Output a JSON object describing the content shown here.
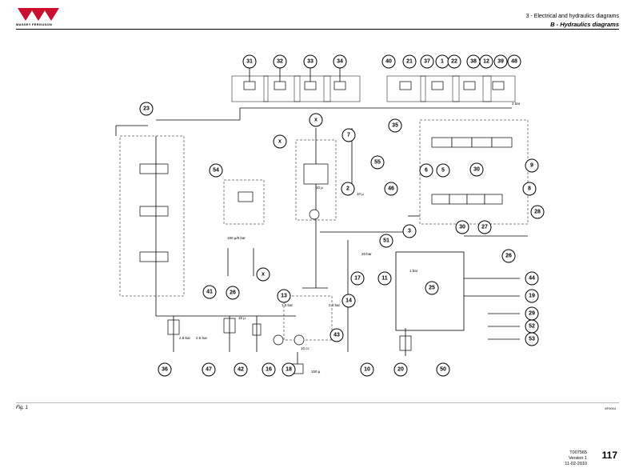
{
  "header": {
    "section": "3 - Electrical and hydraulics diagrams",
    "subsection": "B - Hydraulics diagrams"
  },
  "logo": {
    "text": "MASSEY FERGUSON",
    "color": "#c8102e"
  },
  "diagram": {
    "callouts": [
      "31",
      "32",
      "33",
      "34",
      "40",
      "21",
      "37",
      "1",
      "22",
      "38",
      "12",
      "39",
      "48",
      "35",
      "7",
      "55",
      "23",
      "x",
      "x",
      "x",
      "54",
      "2",
      "46",
      "6",
      "5",
      "30",
      "9",
      "8",
      "28",
      "3",
      "30",
      "27",
      "26",
      "51",
      "17",
      "11",
      "25",
      "44",
      "19",
      "13",
      "14",
      "41",
      "26",
      "29",
      "52",
      "53",
      "43",
      "36",
      "47",
      "42",
      "16",
      "18",
      "10",
      "20",
      "50"
    ],
    "pressure_labels": [
      "3 bar",
      "10 µ",
      "2.5 bar",
      "2.5 bar",
      "15 µ",
      "2.4 bar",
      "1.5 bar",
      "10 cc",
      "150 µ",
      "1 bar",
      "20 bar",
      "190 µ/8 bar",
      "10 µ"
    ]
  },
  "footer": {
    "figure_label": "Fig. 1",
    "figure_ref": "6F0004",
    "doc_code": "T007565",
    "version": "Version 1",
    "date": "11-02-2010",
    "page": "117"
  }
}
